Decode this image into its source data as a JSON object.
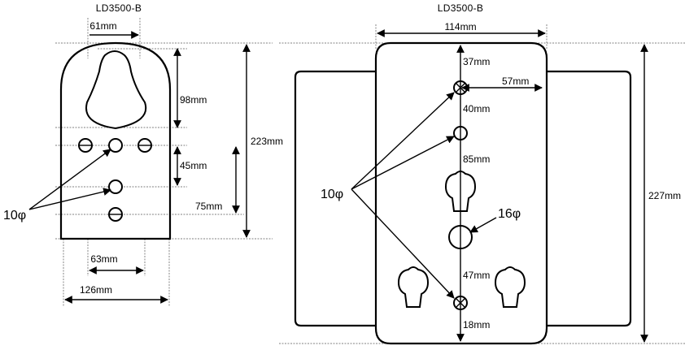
{
  "left_view": {
    "title": "LD3500-B",
    "dims": {
      "top_width": "61mm",
      "slot_height": "98mm",
      "total_height": "223mm",
      "hole_spacing_v": "45mm",
      "lower_height": "75mm",
      "hole_spacing_h": "63mm",
      "total_width": "126mm"
    },
    "hole_label": "10φ"
  },
  "right_view": {
    "title": "LD3500-B",
    "dims": {
      "top_width": "114mm",
      "top_offset": "37mm",
      "right_offset": "57mm",
      "spacing_1": "40mm",
      "spacing_2": "85mm",
      "spacing_3": "47mm",
      "bottom_offset": "18mm",
      "total_height": "227mm"
    },
    "small_hole_label": "10φ",
    "large_hole_label": "16φ"
  }
}
